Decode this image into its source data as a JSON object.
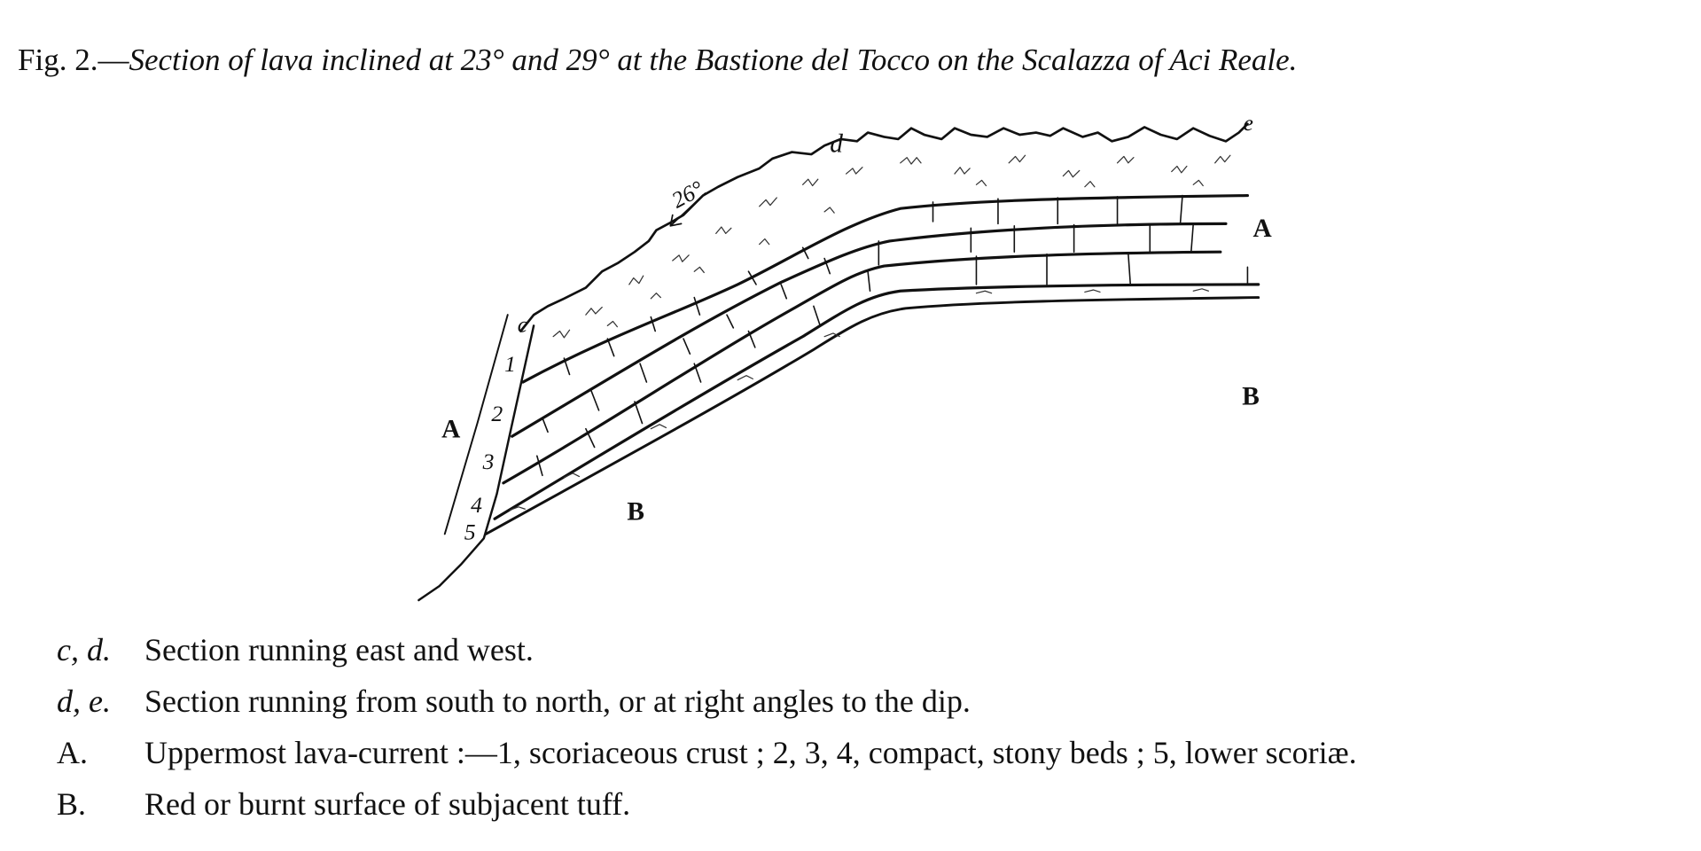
{
  "caption": {
    "prefix": "Fig. 2.—",
    "text": "Section of lava inclined at 23° and 29° at the Bastione del Tocco on the Scalazza of Aci Reale."
  },
  "figure": {
    "point_labels": {
      "c": "c",
      "d": "d",
      "e": "e"
    },
    "angle_label": "26°",
    "bed_numbers": [
      "1",
      "2",
      "3",
      "4",
      "5"
    ],
    "region_labels": {
      "A_left": "A",
      "A_right": "A",
      "B_lower": "B",
      "B_right": "B"
    }
  },
  "legend": [
    {
      "key": "c, d.",
      "text": "Section running east and west."
    },
    {
      "key": "d, e.",
      "text": "Section running from south to north, or at right angles to the dip."
    },
    {
      "key": "A.",
      "text": "Uppermost lava-current :—1, scoriaceous crust ; 2, 3, 4, compact, stony beds ; 5, lower scoriæ."
    },
    {
      "key": "B.",
      "text": "Red or burnt surface of subjacent tuff."
    }
  ]
}
